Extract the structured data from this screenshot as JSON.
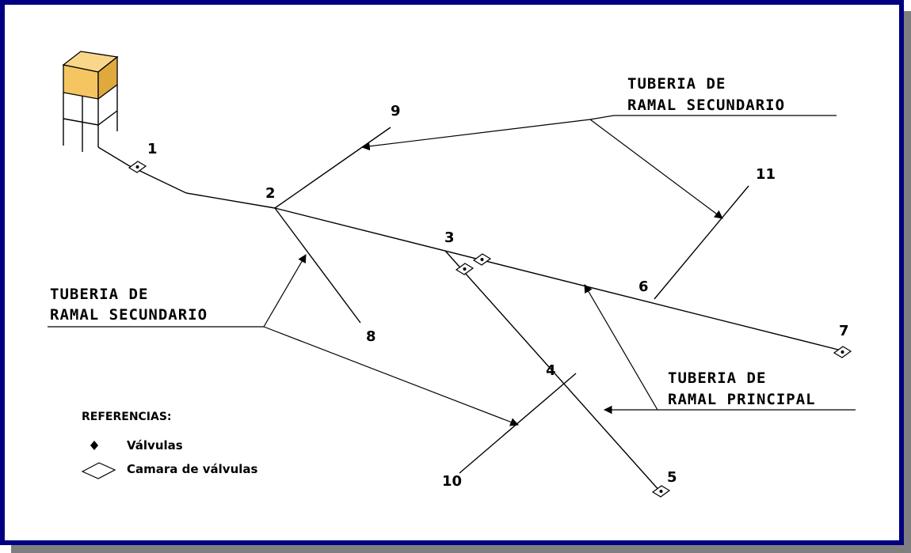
{
  "nodes": [
    "1",
    "2",
    "3",
    "4",
    "5",
    "6",
    "7",
    "8",
    "9",
    "10",
    "11"
  ],
  "callouts": {
    "secondary_top": {
      "line1": "TUBERIA DE",
      "line2": "RAMAL SECUNDARIO"
    },
    "secondary_left": {
      "line1": "TUBERIA DE",
      "line2": "RAMAL SECUNDARIO"
    },
    "principal": {
      "line1": "TUBERIA DE",
      "line2": "RAMAL PRINCIPAL"
    }
  },
  "legend": {
    "title": "REFERENCIAS:",
    "valve_label": "Válvulas",
    "chamber_label": "Camara de válvulas"
  },
  "colors": {
    "frame": "#000080",
    "shadow": "#7f7f7f",
    "tank_top": "#f5c562",
    "line": "#000000"
  }
}
